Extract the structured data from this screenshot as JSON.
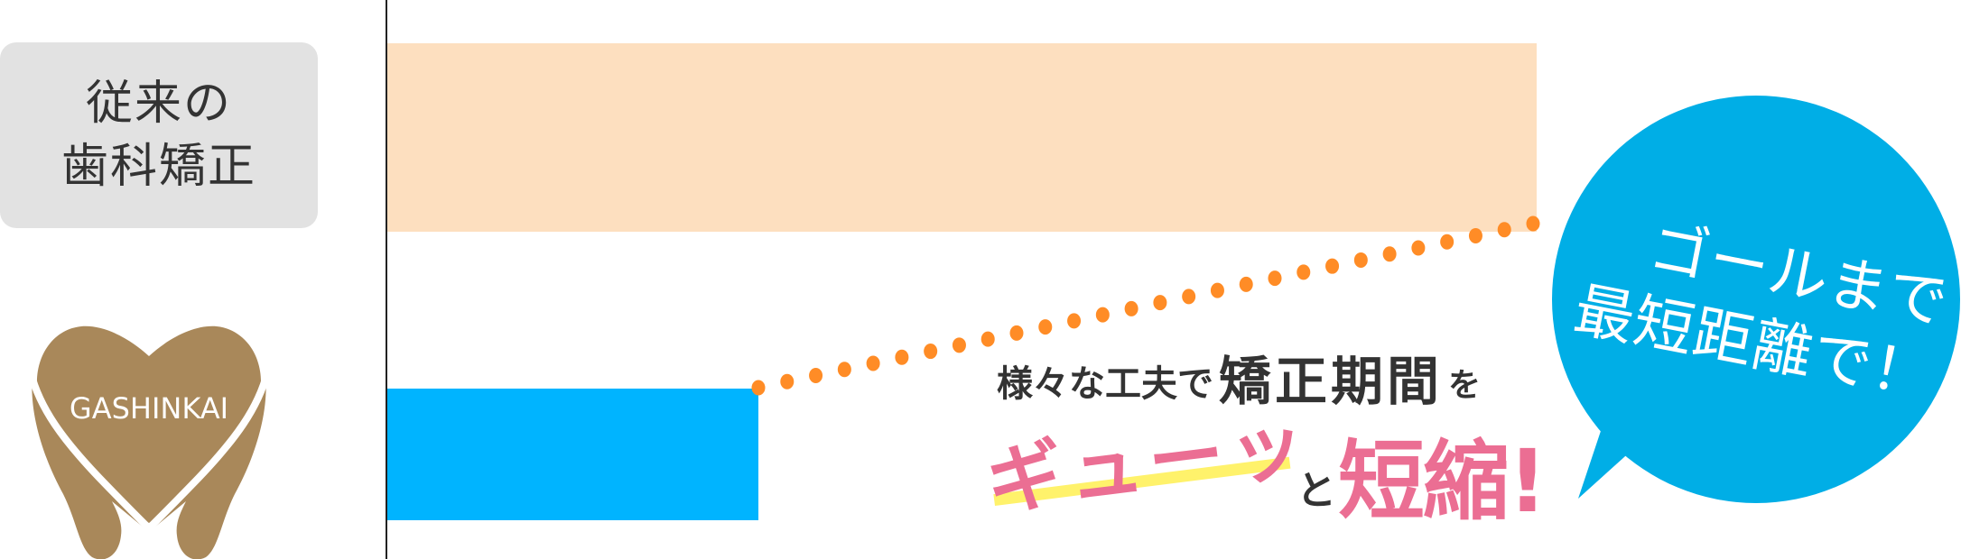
{
  "labels": {
    "conventional": {
      "line1": "従来の",
      "line2": "歯科矯正"
    },
    "logo_text": "GASHINKAI"
  },
  "headline": {
    "prefix": "様々な工夫で",
    "emphasis": "矯正期間",
    "suffix": "を",
    "squeeze": "ギューッ",
    "connector": "と",
    "result": "短縮!"
  },
  "bubble": {
    "line1": "ゴールまで",
    "line2": "最短距離で！"
  },
  "colors": {
    "conventional_bar": "#FDDFBF",
    "gashinkai_bar": "#00B4FF",
    "bubble": "#00AEE6",
    "dots": "#FF8C26",
    "pink": "#EB6E93",
    "highlight": "#FFF26B",
    "logo": "#A9885A",
    "label_bg": "#E2E2E2",
    "text": "#333333"
  },
  "chart_data": {
    "type": "bar",
    "orientation": "horizontal",
    "categories": [
      "従来の歯科矯正",
      "GASHINKAI"
    ],
    "values": [
      100,
      32
    ],
    "unit": "relative treatment period (%)",
    "title": "様々な工夫で矯正期間をギューッと短縮!",
    "xlabel": "",
    "ylabel": "",
    "annotations": [
      "ゴールまで最短距離で！"
    ],
    "grid": false,
    "legend": "none"
  }
}
